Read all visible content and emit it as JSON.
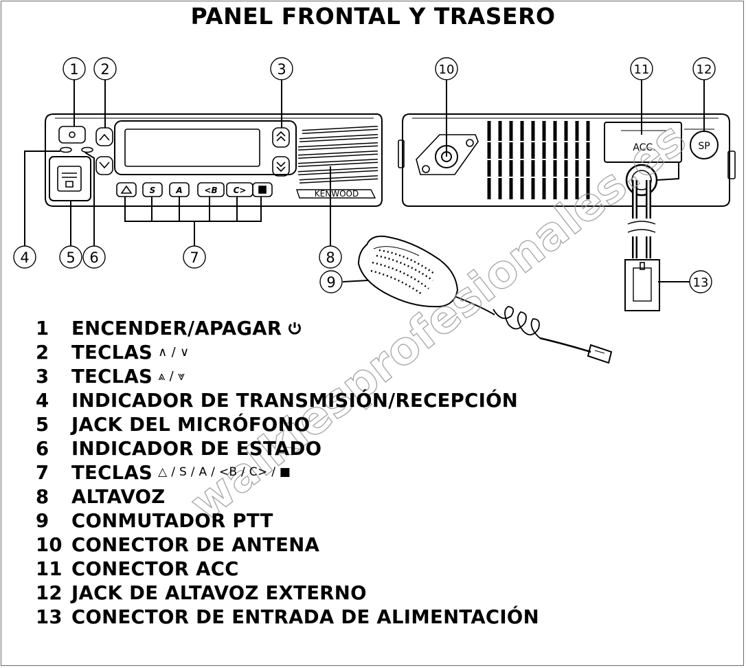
{
  "title": "PANEL FRONTAL Y TRASERO",
  "watermark": "walkiesprofesionales.es",
  "brand": "KENWOOD",
  "callouts": [
    "1",
    "2",
    "3",
    "4",
    "5",
    "6",
    "7",
    "8",
    "9",
    "10",
    "11",
    "12",
    "13"
  ],
  "panel_labels": {
    "acc": "ACC.",
    "sp": "SP"
  },
  "key_labels": [
    "S",
    "A",
    "<B",
    "C>"
  ],
  "legend": [
    {
      "num": "1",
      "text": "ENCENDER/APAGAR",
      "icon": "power-icon"
    },
    {
      "num": "2",
      "text": "TECLAS",
      "symbols": "∧ / ∨"
    },
    {
      "num": "3",
      "text": "TECLAS",
      "symbols": "⩓ / ⩔"
    },
    {
      "num": "4",
      "text": "INDICADOR DE TRANSMISIÓN/RECEPCIÓN"
    },
    {
      "num": "5",
      "text": "JACK DEL MICRÓFONO"
    },
    {
      "num": "6",
      "text": "INDICADOR DE ESTADO"
    },
    {
      "num": "7",
      "text": "TECLAS",
      "symbols": "△ / S / A / <B / C> / ■"
    },
    {
      "num": "8",
      "text": "ALTAVOZ"
    },
    {
      "num": "9",
      "text": "CONMUTADOR PTT"
    },
    {
      "num": "10",
      "text": "CONECTOR DE ANTENA"
    },
    {
      "num": "11",
      "text": "CONECTOR ACC"
    },
    {
      "num": "12",
      "text": "JACK DE ALTAVOZ EXTERNO"
    },
    {
      "num": "13",
      "text": "CONECTOR DE ENTRADA DE ALIMENTACIÓN"
    }
  ]
}
